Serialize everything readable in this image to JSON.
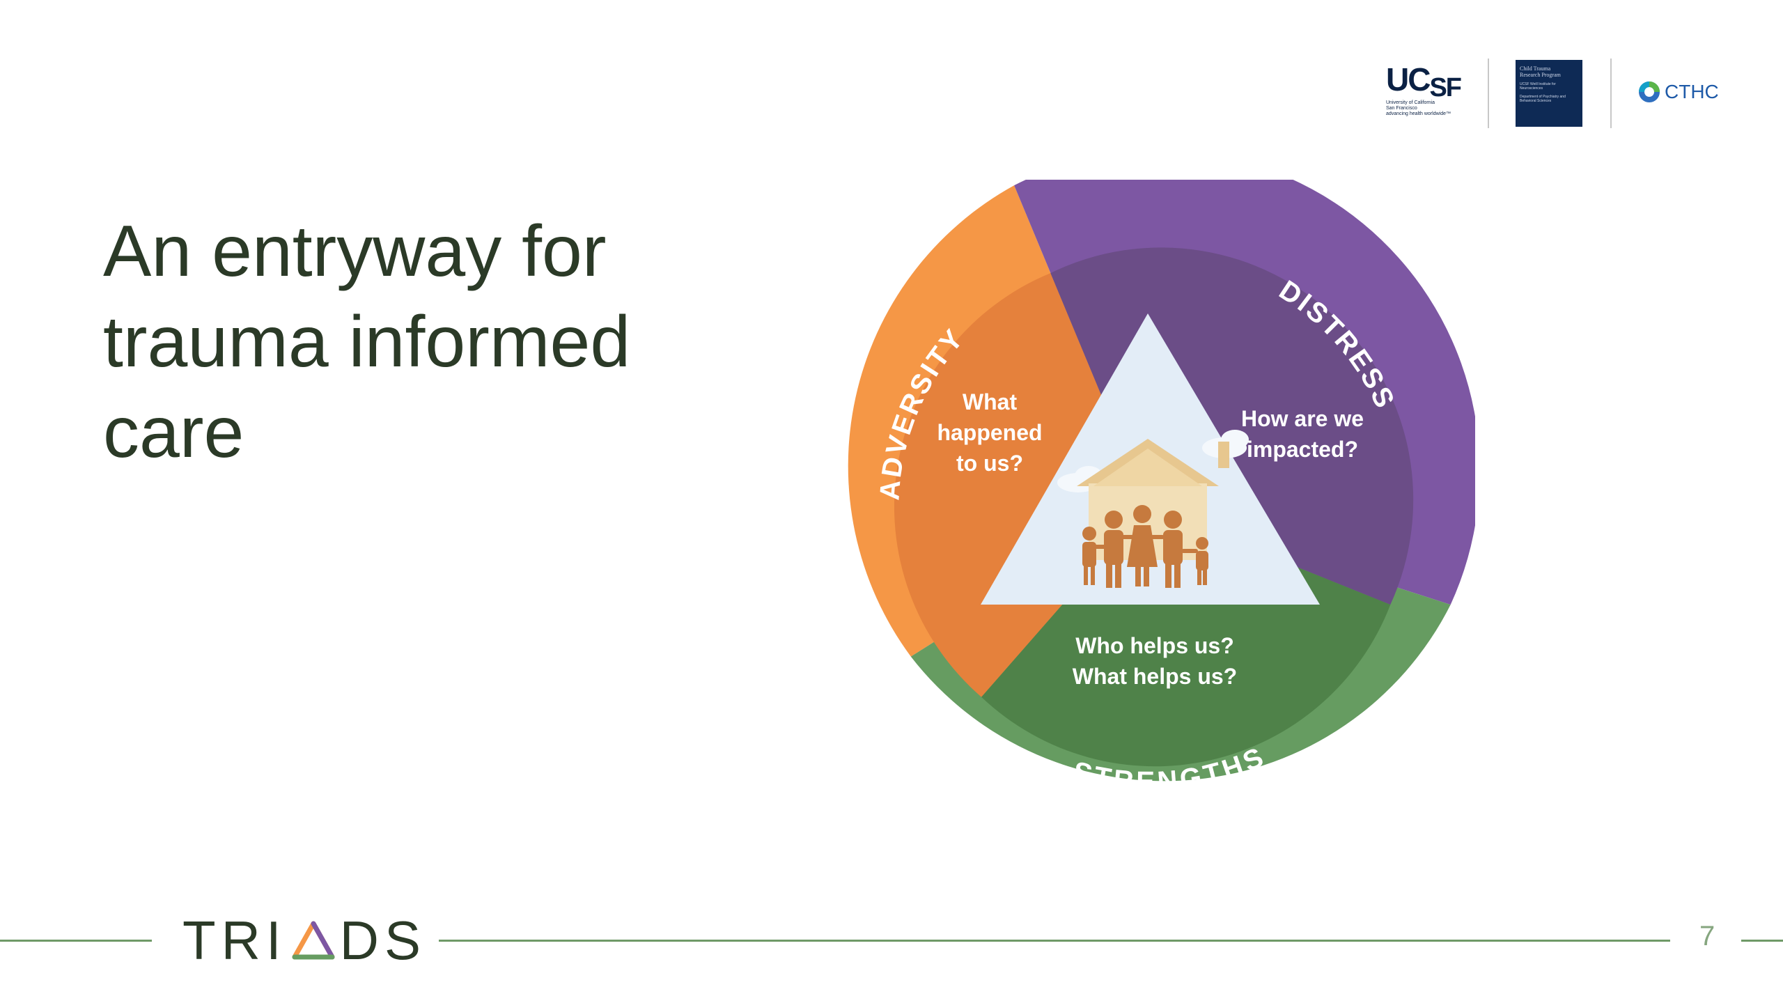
{
  "title": {
    "lines": [
      "An entryway for",
      "trauma informed",
      "care"
    ]
  },
  "logos": {
    "ucsf_mark_uc": "UC",
    "ucsf_mark_sf": "SF",
    "ucsf_sub": [
      "University of California",
      "San Francisco",
      "advancing health worldwide™"
    ],
    "ctrp_lines": [
      "Child Trauma",
      "Research Program"
    ],
    "ctrp_small": [
      "UCSF Weill Institute for Neurosciences",
      "Department of Psychiatry and Behavioral Sciences"
    ],
    "cthc": "CTHC"
  },
  "diagram": {
    "segments": {
      "adversity": {
        "label": "ADVERSITY",
        "question": [
          "What",
          "happened",
          "to us?"
        ]
      },
      "distress": {
        "label": "DISTRESS",
        "question": [
          "How are we",
          "impacted?"
        ]
      },
      "strengths": {
        "label": "STRENGTHS",
        "question": [
          "Who helps us?",
          "What helps us?"
        ]
      }
    },
    "colors": {
      "orange": "#f59746",
      "orange_inner": "#e5813c",
      "purple": "#7d57a3",
      "purple_inner": "#6b4d87",
      "green": "#669c61",
      "green_inner": "#4f8249",
      "triangle": "#e3edf7",
      "house": "#e7c78f",
      "family": "#c67a3e"
    },
    "center_icon": "house-family-icon"
  },
  "footer": {
    "brand_start": "TRI",
    "brand_end": "DS",
    "brand_icon": "triangle-a-icon",
    "page_number": "7"
  }
}
